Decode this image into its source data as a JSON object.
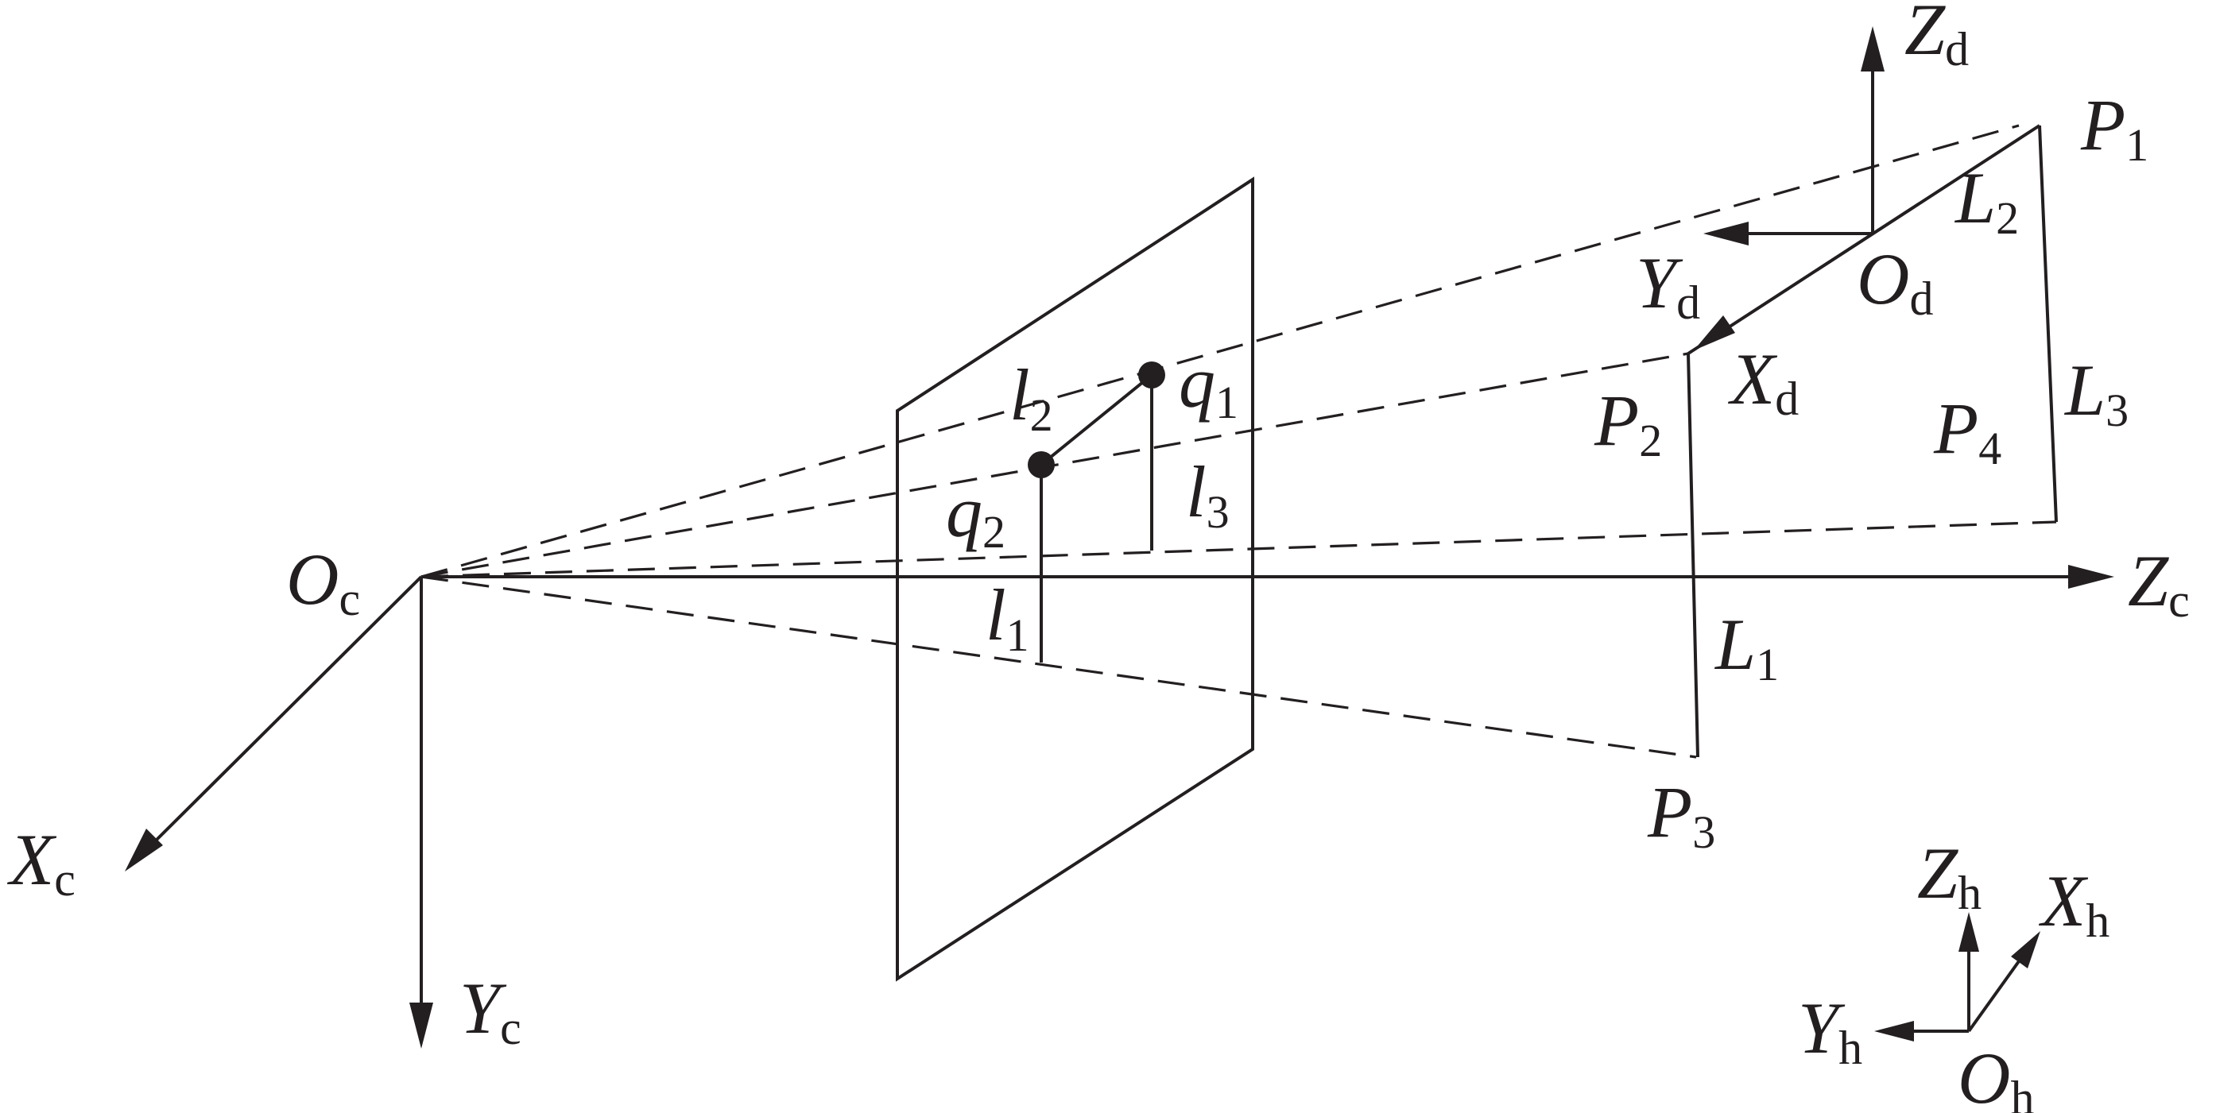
{
  "labels": {
    "Oc": {
      "main": "O",
      "sub": "c"
    },
    "Xc": {
      "main": "X",
      "sub": "c"
    },
    "Yc": {
      "main": "Y",
      "sub": "c"
    },
    "Zc": {
      "main": "Z",
      "sub": "c"
    },
    "Od": {
      "main": "O",
      "sub": "d"
    },
    "Xd": {
      "main": "X",
      "sub": "d"
    },
    "Yd": {
      "main": "Y",
      "sub": "d"
    },
    "Zd": {
      "main": "Z",
      "sub": "d"
    },
    "Oh": {
      "main": "O",
      "sub": "h"
    },
    "Xh": {
      "main": "X",
      "sub": "h"
    },
    "Yh": {
      "main": "Y",
      "sub": "h"
    },
    "Zh": {
      "main": "Z",
      "sub": "h"
    },
    "P1": {
      "main": "P",
      "sub": "1"
    },
    "P2": {
      "main": "P",
      "sub": "2"
    },
    "P3": {
      "main": "P",
      "sub": "3"
    },
    "P4": {
      "main": "P",
      "sub": "4"
    },
    "L1": {
      "main": "L",
      "sub": "1"
    },
    "L2": {
      "main": "L",
      "sub": "2"
    },
    "L3": {
      "main": "L",
      "sub": "3"
    },
    "q1": {
      "main": "q",
      "sub": "1"
    },
    "q2": {
      "main": "q",
      "sub": "2"
    },
    "l1": {
      "main": "l",
      "sub": "1"
    },
    "l2": {
      "main": "l",
      "sub": "2"
    },
    "l3": {
      "main": "l",
      "sub": "3"
    }
  }
}
